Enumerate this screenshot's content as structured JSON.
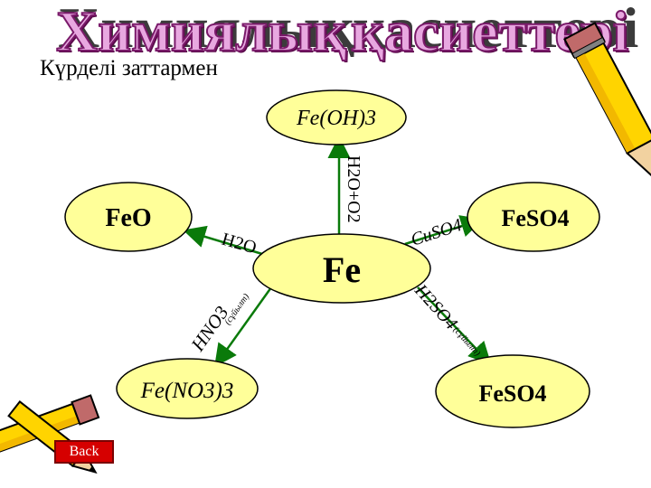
{
  "title": {
    "word1": "Химиялық",
    "word2": "қасиеттері"
  },
  "subtitle": "Күрделі заттармен",
  "nodes": {
    "center": "Fe",
    "top": "Fe(OH)3",
    "left": "FeO",
    "right_top": "FeSO4",
    "bottom_left": "Fe(NO3)3",
    "bottom_right": "FeSO4"
  },
  "edge_labels": {
    "to_top": "H2O+O2",
    "to_left": "H2O",
    "to_right_top": "CuSO4",
    "to_bottom_left": "HNO3",
    "to_bottom_left_note": "(сұйылт)",
    "to_bottom_right": "H2SO4",
    "to_bottom_right_note": "(сұйылт)"
  },
  "back_button": "Back",
  "colors": {
    "ellipse_fill": "#ffff99",
    "arrow": "#0a7a0a",
    "title_pink": "#e8a8e0",
    "title_outline": "#7a1a6a",
    "back_red": "#d60000"
  },
  "icons": [
    "pencil-icon-top-right",
    "pencil-icon-bottom-left"
  ]
}
